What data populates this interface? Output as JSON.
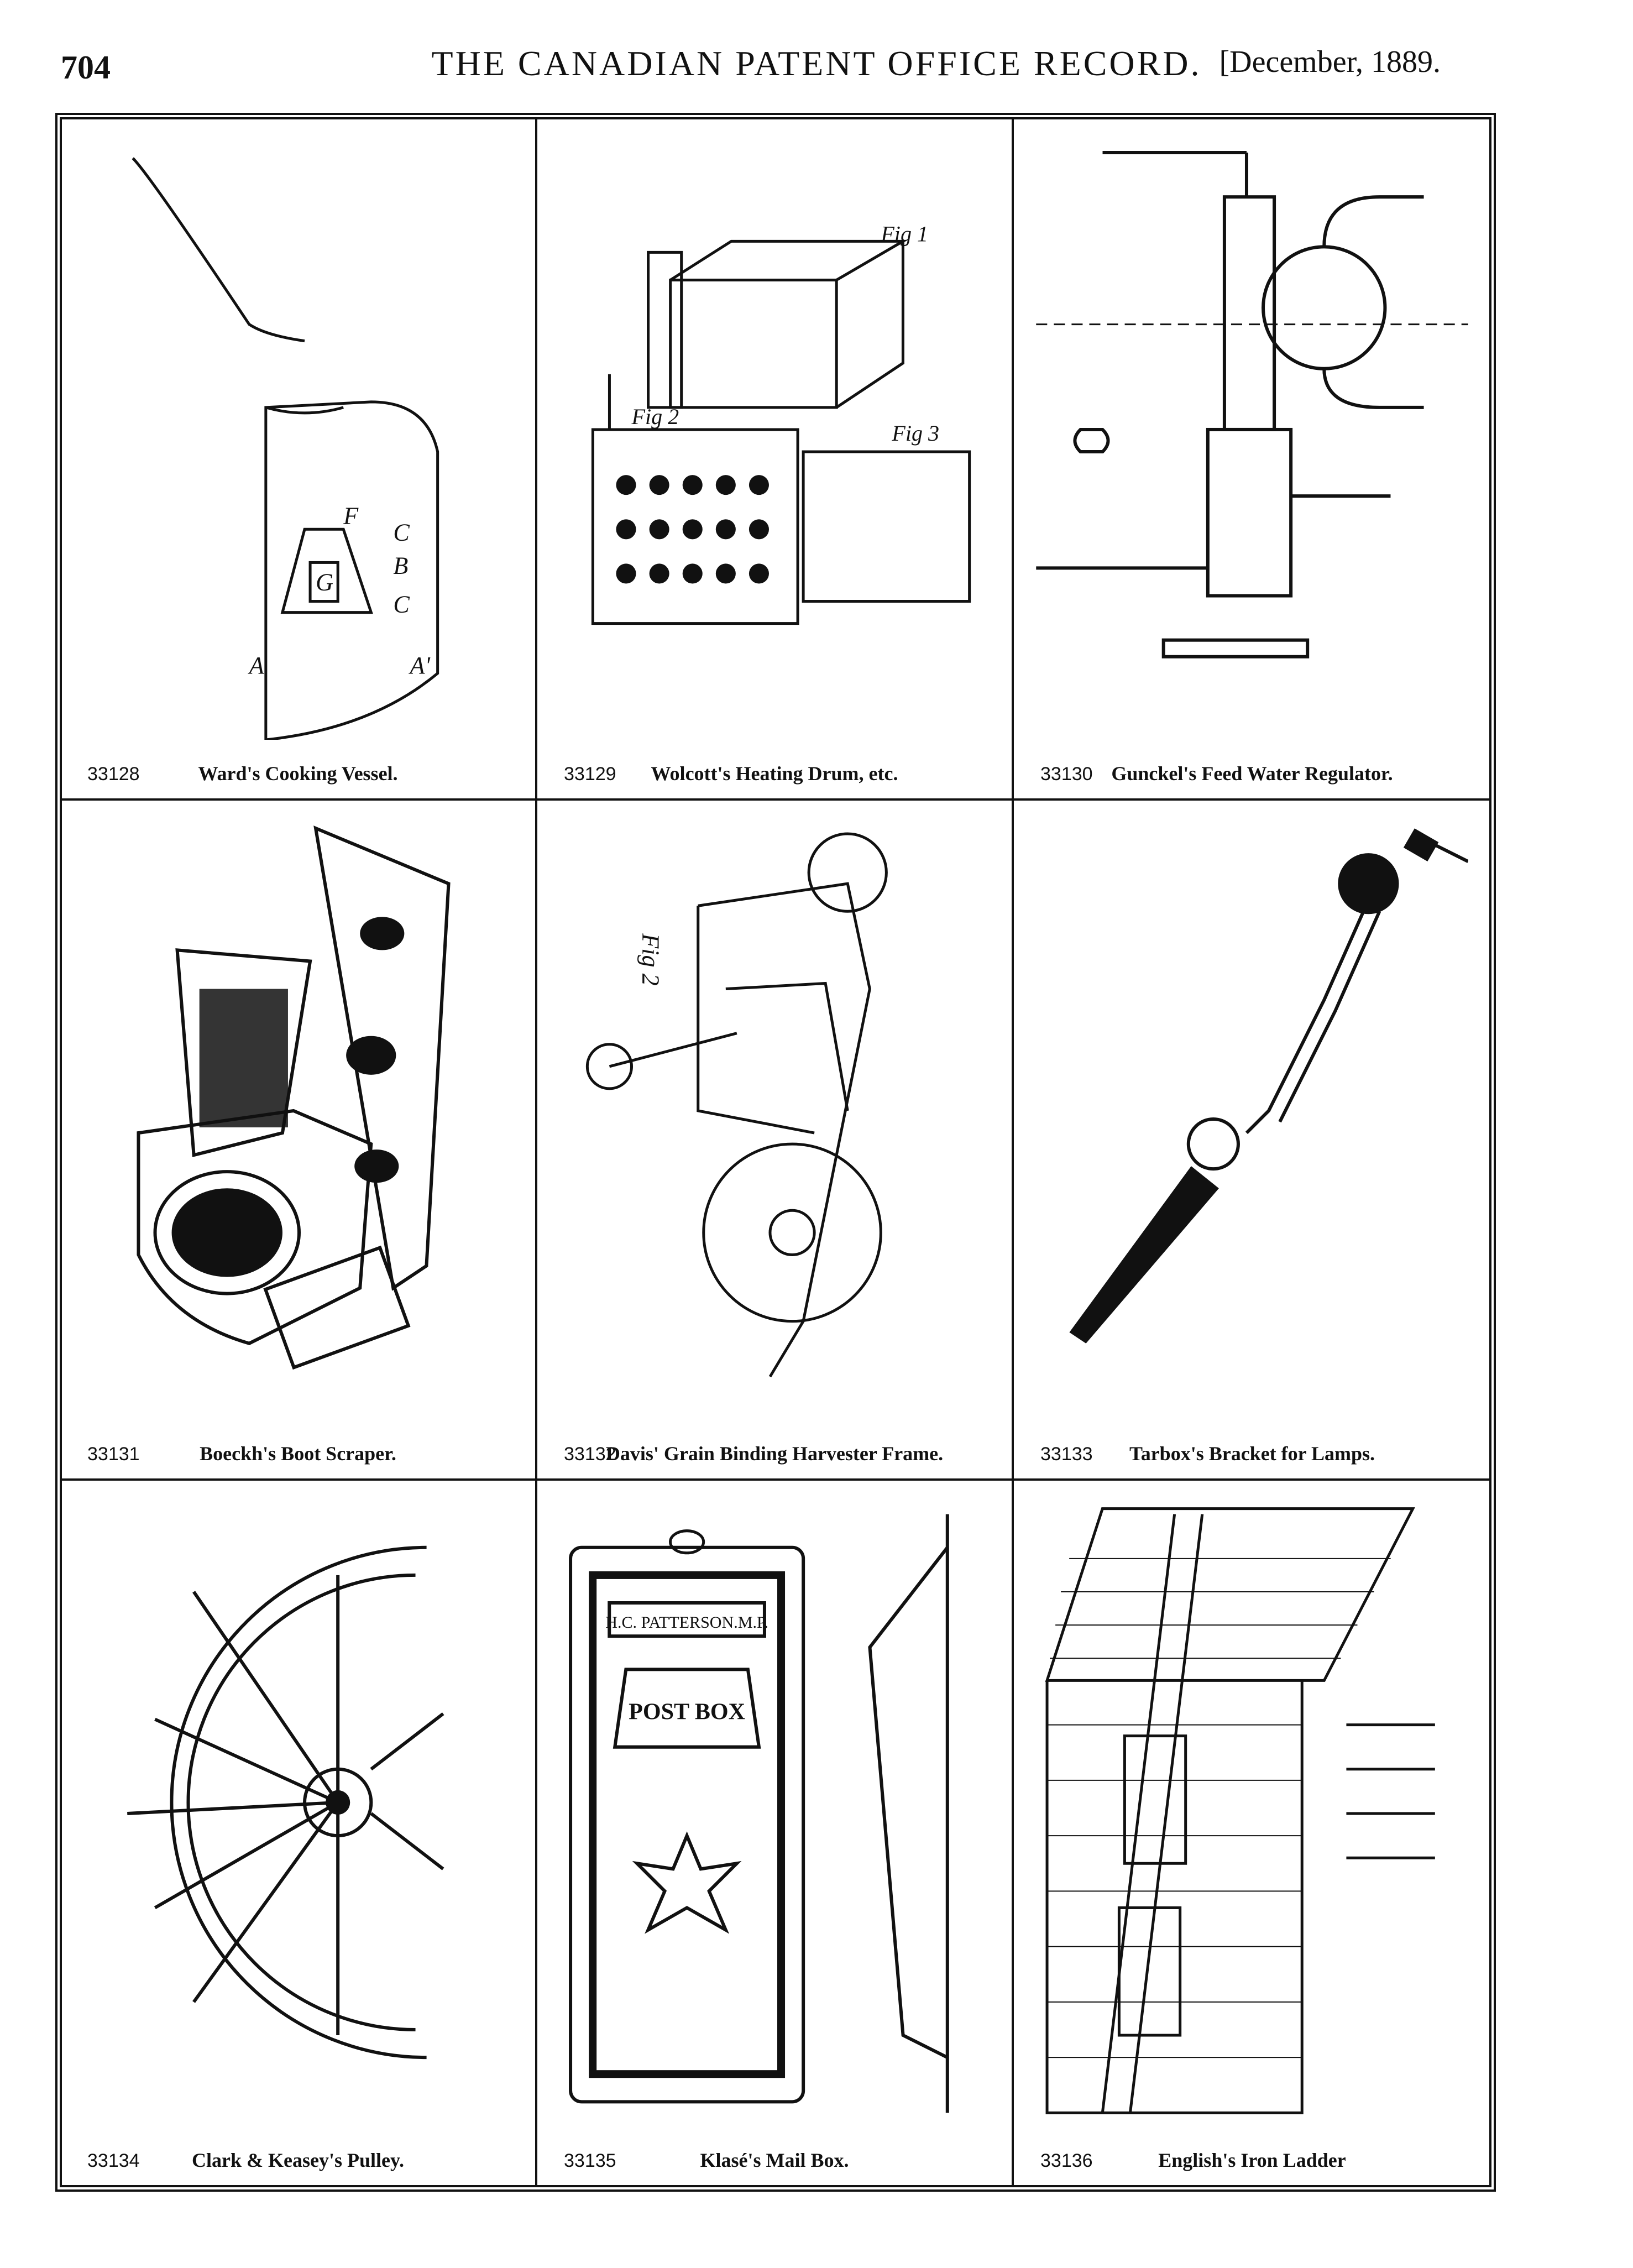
{
  "header": {
    "page_number": "704",
    "title": "THE CANADIAN PATENT OFFICE RECORD.",
    "date": "[December, 1889."
  },
  "patents": [
    {
      "number": "33128",
      "title": "Ward's Cooking Vessel.",
      "figure": "cooking-vessel-drawing"
    },
    {
      "number": "33129",
      "title": "Wolcott's Heating Drum, etc.",
      "figure": "heating-drum-drawing"
    },
    {
      "number": "33130",
      "title": "Gunckel's Feed Water Regulator.",
      "figure": "feed-water-regulator-drawing"
    },
    {
      "number": "33131",
      "title": "Boeckh's Boot Scraper.",
      "figure": "boot-scraper-drawing"
    },
    {
      "number": "33132",
      "title": "Davis' Grain Binding Harvester Frame.",
      "figure": "harvester-frame-drawing"
    },
    {
      "number": "33133",
      "title": "Tarbox's Bracket for Lamps.",
      "figure": "lamp-bracket-drawing"
    },
    {
      "number": "33134",
      "title": "Clark & Keasey's Pulley.",
      "figure": "pulley-drawing"
    },
    {
      "number": "33135",
      "title": "Klasé's Mail Box.",
      "figure": "mail-box-drawing"
    },
    {
      "number": "33136",
      "title": "English's Iron Ladder",
      "figure": "iron-ladder-drawing"
    }
  ],
  "labels": {
    "fig1": "Fig 1",
    "fig2": "Fig 2",
    "fig3": "Fig 3",
    "fig_2_harvester": "Fig 2",
    "mailbox_name": "H.C. PATTERSON.M.P.",
    "mailbox_post": "POST BOX"
  }
}
